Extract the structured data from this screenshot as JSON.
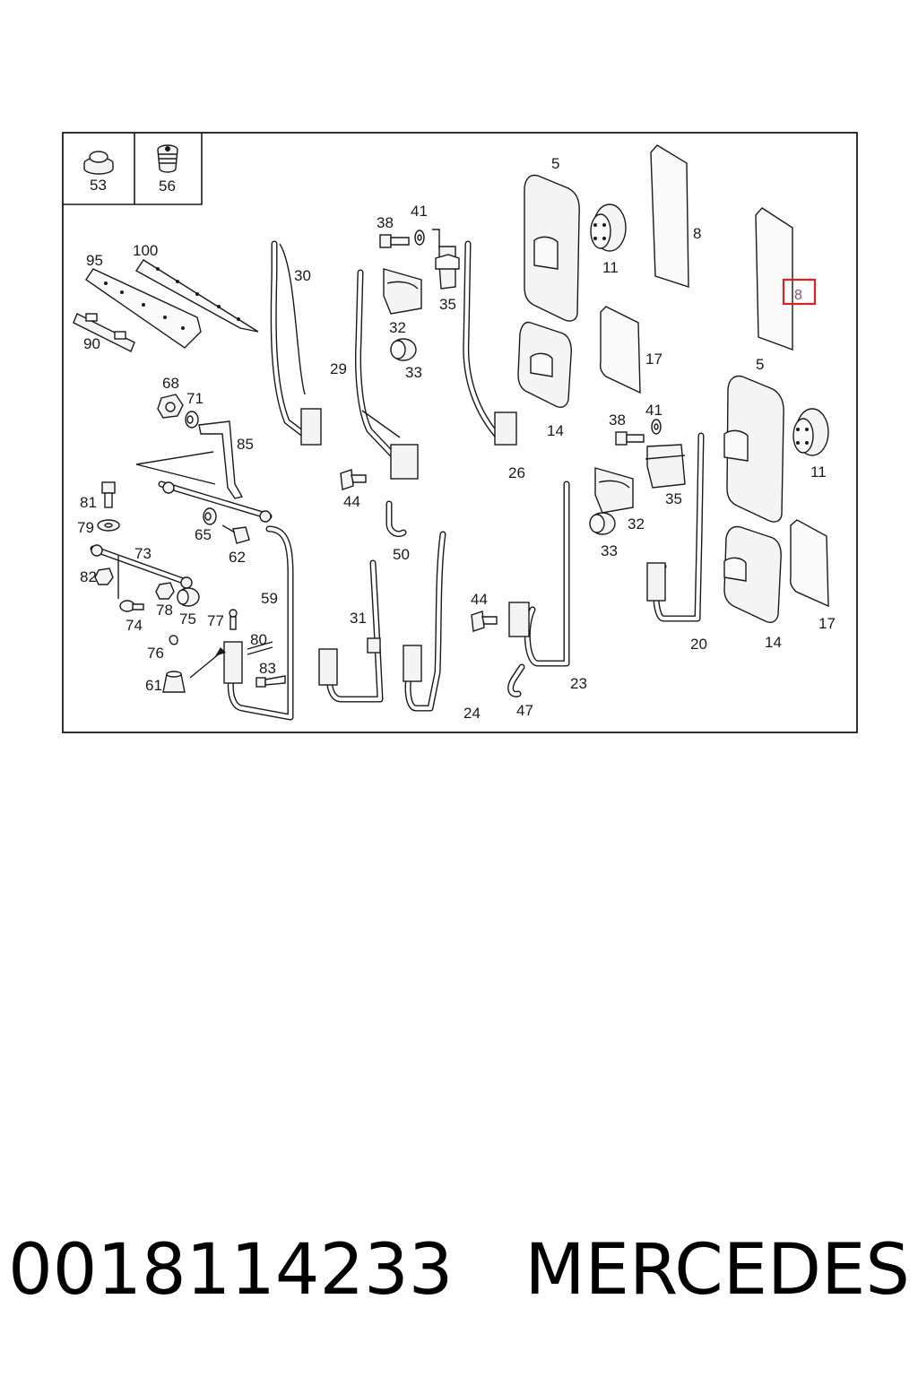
{
  "caption": {
    "part_number": "0018114233",
    "brand": "MERCEDES"
  },
  "diagram": {
    "highlighted_callout": "8",
    "highlight_color": "#e02020",
    "callouts": {
      "c5a": "5",
      "c11a": "11",
      "c8a": "8",
      "c8b": "8",
      "c17a": "17",
      "c14a": "14",
      "c5b": "5",
      "c11b": "11",
      "c38a": "38",
      "c41a": "41",
      "c35a": "35",
      "c32a": "32",
      "c33a": "33",
      "c38b": "38",
      "c41b": "41",
      "c35b": "35",
      "c32b": "32",
      "c33b": "33",
      "c30": "30",
      "c29": "29",
      "c26": "26",
      "c44a": "44",
      "c44b": "44",
      "c50": "50",
      "c20": "20",
      "c14b": "14",
      "c17b": "17",
      "c23": "23",
      "c24": "24",
      "c47": "47",
      "c31": "31",
      "c59": "59",
      "c95": "95",
      "c100": "100",
      "c90": "90",
      "c68": "68",
      "c71": "71",
      "c85": "85",
      "c81": "81",
      "c79": "79",
      "c65": "65",
      "c62": "62",
      "c73": "73",
      "c82": "82",
      "c74": "74",
      "c78": "78",
      "c75": "75",
      "c77": "77",
      "c76": "76",
      "c80": "80",
      "c83": "83",
      "c61": "61",
      "c53": "53",
      "c56": "56"
    }
  }
}
